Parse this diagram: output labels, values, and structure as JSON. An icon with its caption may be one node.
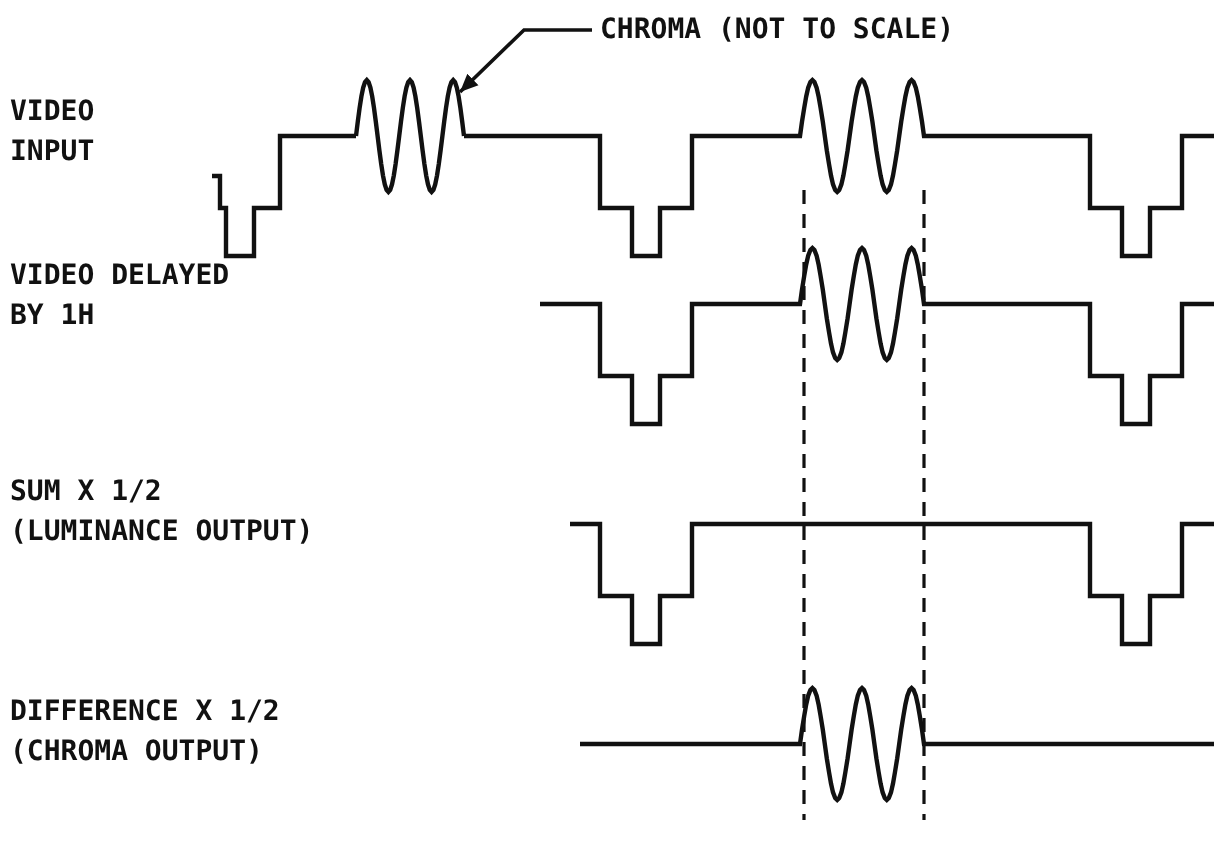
{
  "diagram": {
    "nodes": [
      {
        "text": [
          "CHROMA (NOT TO SCALE)"
        ]
      },
      {
        "text": [],
        "shape": "picture"
      }
    ],
    "edges": [
      {
        "from": 0,
        "to": 1,
        "arrow": "to"
      }
    ],
    "labels": [
      "VIDEO INPUT",
      "VIDEO DELAYED BY 1H",
      "SUM X 1/2 (LUMINANCE OUTPUT)",
      "DIFFERENCE X 1/2 (CHROMA OUTPUT)"
    ]
  }
}
